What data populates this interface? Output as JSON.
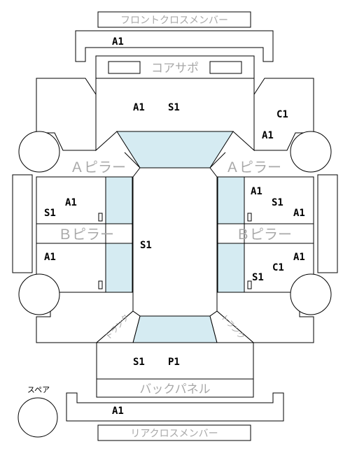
{
  "diagram": {
    "labels": {
      "front_cross_member": "フロントクロスメンバー",
      "core_support": "コアサポ",
      "a_pillar_left": "Ａピラー",
      "a_pillar_right": "Ａピラー",
      "b_pillar_left": "Ｂピラー",
      "b_pillar_right": "Ｂピラー",
      "back_panel": "バックパネル",
      "rear_cross_member": "リアクロスメンバー",
      "spare": "スペア",
      "trunk_left": "トランク",
      "trunk_right": "トランク"
    },
    "codes": {
      "front_cross_member": "A1",
      "hood_a": "A1",
      "hood_s": "S1",
      "front_right_fender_c": "C1",
      "front_right_fender_a": "A1",
      "left_front_door_a": "A1",
      "left_front_door_s": "S1",
      "left_rear_door_a": "A1",
      "roof_s": "S1",
      "right_front_door_a": "A1",
      "right_front_door_s": "S1",
      "right_front_door_a2": "A1",
      "right_rear_door_a": "A1",
      "right_rear_door_c": "C1",
      "right_rear_door_s": "S1",
      "trunk_s": "S1",
      "trunk_p": "P1",
      "rear_cross_member": "A1"
    },
    "colors": {
      "glass": "#d5ebf2",
      "outline": "#000000",
      "label_gray": "#a8a8a8"
    }
  }
}
